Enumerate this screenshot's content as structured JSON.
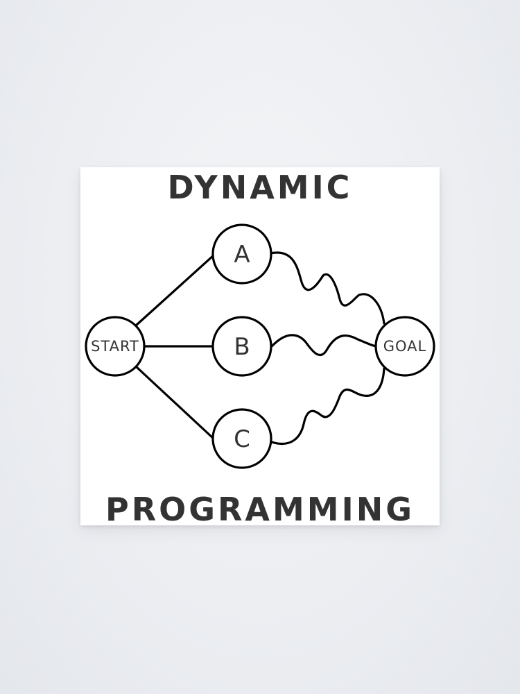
{
  "poster": {
    "title_top": "DYNAMIC",
    "title_bottom": "PROGRAMMING"
  },
  "diagram": {
    "nodes": {
      "start": "START",
      "a": "A",
      "b": "B",
      "c": "C",
      "goal": "GOAL"
    },
    "edges": [
      {
        "from": "START",
        "to": "A",
        "style": "straight"
      },
      {
        "from": "START",
        "to": "B",
        "style": "straight"
      },
      {
        "from": "START",
        "to": "C",
        "style": "straight"
      },
      {
        "from": "A",
        "to": "GOAL",
        "style": "wavy"
      },
      {
        "from": "B",
        "to": "GOAL",
        "style": "wavy"
      },
      {
        "from": "C",
        "to": "GOAL",
        "style": "wavy"
      }
    ]
  },
  "colors": {
    "background": "#eceef2",
    "poster": "#ffffff",
    "ink": "#000000",
    "text": "#333333"
  }
}
